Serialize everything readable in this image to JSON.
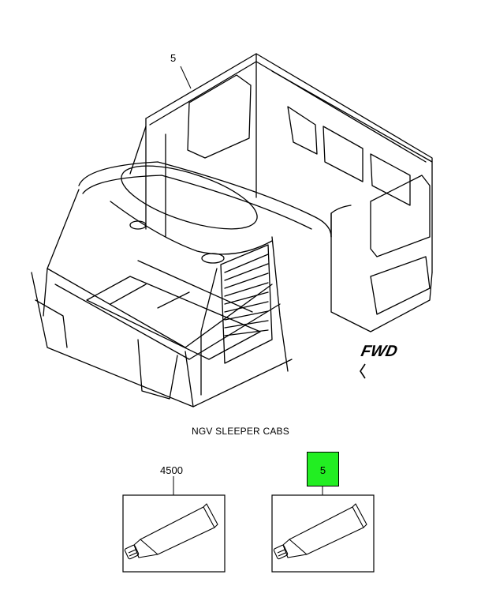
{
  "diagram": {
    "title": "NGV SLEEPER CABS",
    "fwd_label": "FWD",
    "callouts": {
      "top": "5",
      "left_part": "4500",
      "right_part": "5"
    },
    "highlight_color": "#22ee22",
    "line_color": "#000000",
    "icons": [
      "cab-illustration",
      "sealant-tube-icon",
      "fwd-arrow-icon"
    ]
  }
}
